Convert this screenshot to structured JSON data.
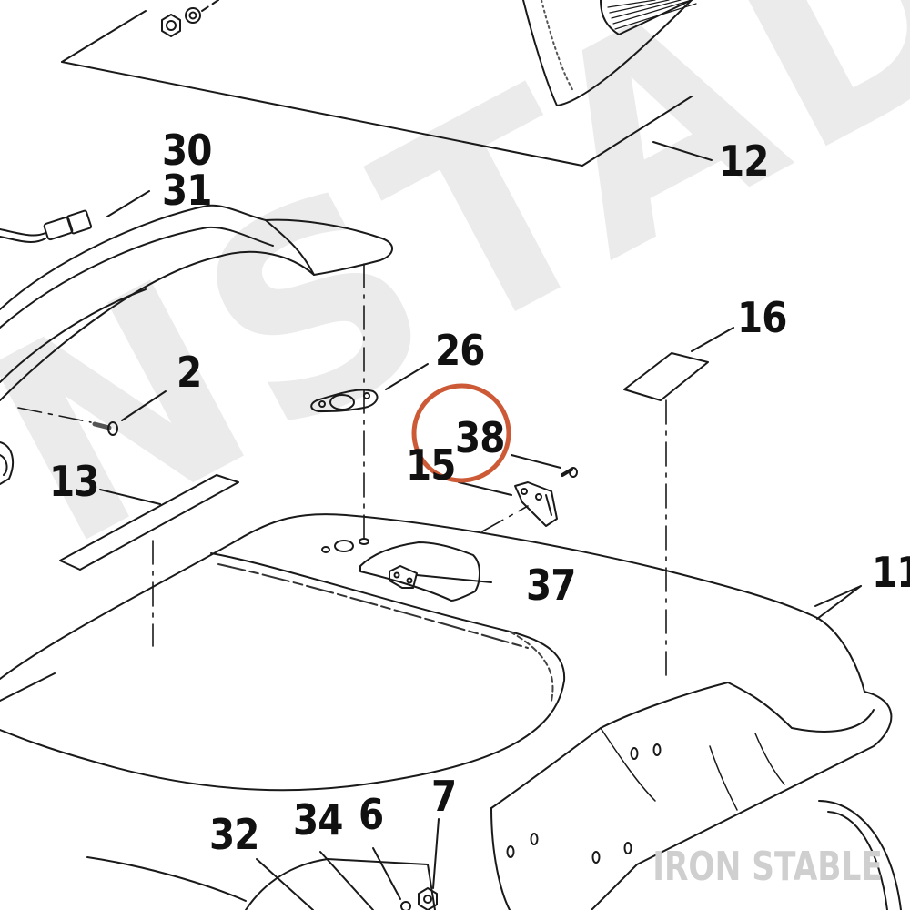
{
  "watermark_text": "NSTAD",
  "brand_text": "IRON STABLE",
  "highlight_color": "#cc5a36",
  "callouts": {
    "c30": "30",
    "c31": "31",
    "c12": "12",
    "c16": "16",
    "c26": "26",
    "c2": "2",
    "c38": "38",
    "c15": "15",
    "c13": "13",
    "c37": "37",
    "c11": "11",
    "c7": "7",
    "c32": "32",
    "c34": "34",
    "c6": "6"
  }
}
